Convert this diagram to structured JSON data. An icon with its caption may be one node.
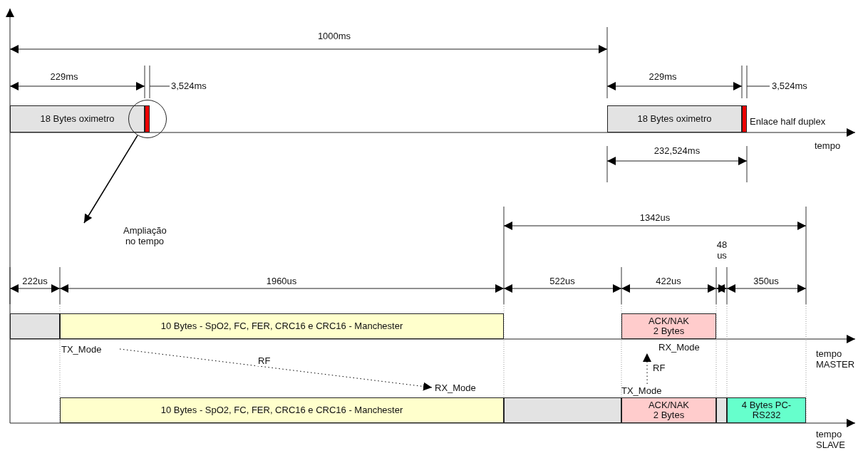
{
  "diagram": {
    "nodes": [
      {
        "text": [
          "18 Bytes oximetro"
        ]
      },
      {
        "text": [],
        "shape": "circle"
      },
      {
        "text": [],
        "shape": "bar",
        "in": 1
      },
      {
        "text": [
          "18 Bytes oximetro"
        ]
      },
      {
        "text": [],
        "shape": "bar"
      },
      {
        "text": [],
        "shape": "box"
      },
      {
        "text": [
          "10 Bytes - SpO2, FC, FER, CRC16 e CRC16 - Manchester"
        ]
      },
      {
        "text": [
          "ACK/NAK 2 Bytes"
        ]
      },
      {
        "text": [
          "10 Bytes - SpO2, FC, FER, CRC16 e CRC16 - Manchester"
        ]
      },
      {
        "text": [],
        "shape": "box"
      },
      {
        "text": [
          "ACK/NAK 2 Bytes"
        ]
      },
      {
        "text": [],
        "shape": "box"
      },
      {
        "text": [
          "4 Bytes PC-RS232"
        ]
      },
      {
        "text": [
          "TX_Mode"
        ]
      },
      {
        "text": [
          "RX_Mode"
        ]
      },
      {
        "text": [
          "RX_Mode"
        ]
      },
      {
        "text": [
          "TX_Mode"
        ]
      }
    ],
    "edges": [
      {
        "from": 1,
        "to": null,
        "arrow": "to"
      },
      {
        "from": 13,
        "to": 14,
        "arrow": "to",
        "label": "RF",
        "style": "dashed"
      },
      {
        "from": 16,
        "to": 15,
        "arrow": "to",
        "label": "RF",
        "style": "dashed"
      }
    ],
    "labels": [
      "1000ms",
      "229ms",
      "3,524ms",
      "229ms",
      "3,524ms",
      "Enlace half duplex",
      "tempo",
      "232,524ms",
      "1342us",
      "Ampliação no tempo",
      "48 us",
      "222us",
      "1960us",
      "522us",
      "422us",
      "350us",
      "tempo MASTER",
      "tempo SLAVE"
    ]
  }
}
